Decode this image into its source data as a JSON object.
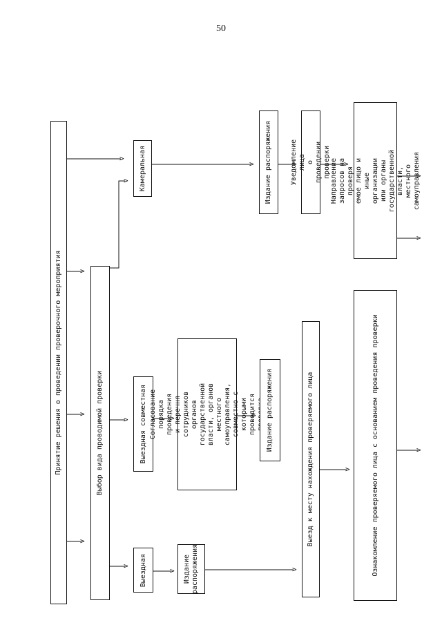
{
  "page": {
    "number": "50"
  },
  "boxes": {
    "decision": "Принятие решения о проведении проверочного мероприятия",
    "choose_type": "Выбор вида проводимой проверки",
    "desk": "Камеральная",
    "joint_field": "Выездная совместная",
    "field": "Выездная",
    "order_desk": "Издание распоряжения",
    "notify": "Уведомление лица\nо проведении проверки",
    "requests": "Направление запросов на проверя\nемое лицо и иные организации\nили органы государственной\nвласти, местного самоуправления",
    "coordination": "Согласование порядка проведения\nи перечня сотрудников органов\nгосударственной власти, органов\nместного самоуправления,\nсовместно с которыми проводится\nпроверка",
    "order_joint": "Издание распоряжения",
    "order_field": "Издание\nраспоряжения",
    "travel": "Выезд к месту нахождения проверяемого лица",
    "acquaint": "Ознакомление проверяемого лица с основанием проведения проверки"
  }
}
